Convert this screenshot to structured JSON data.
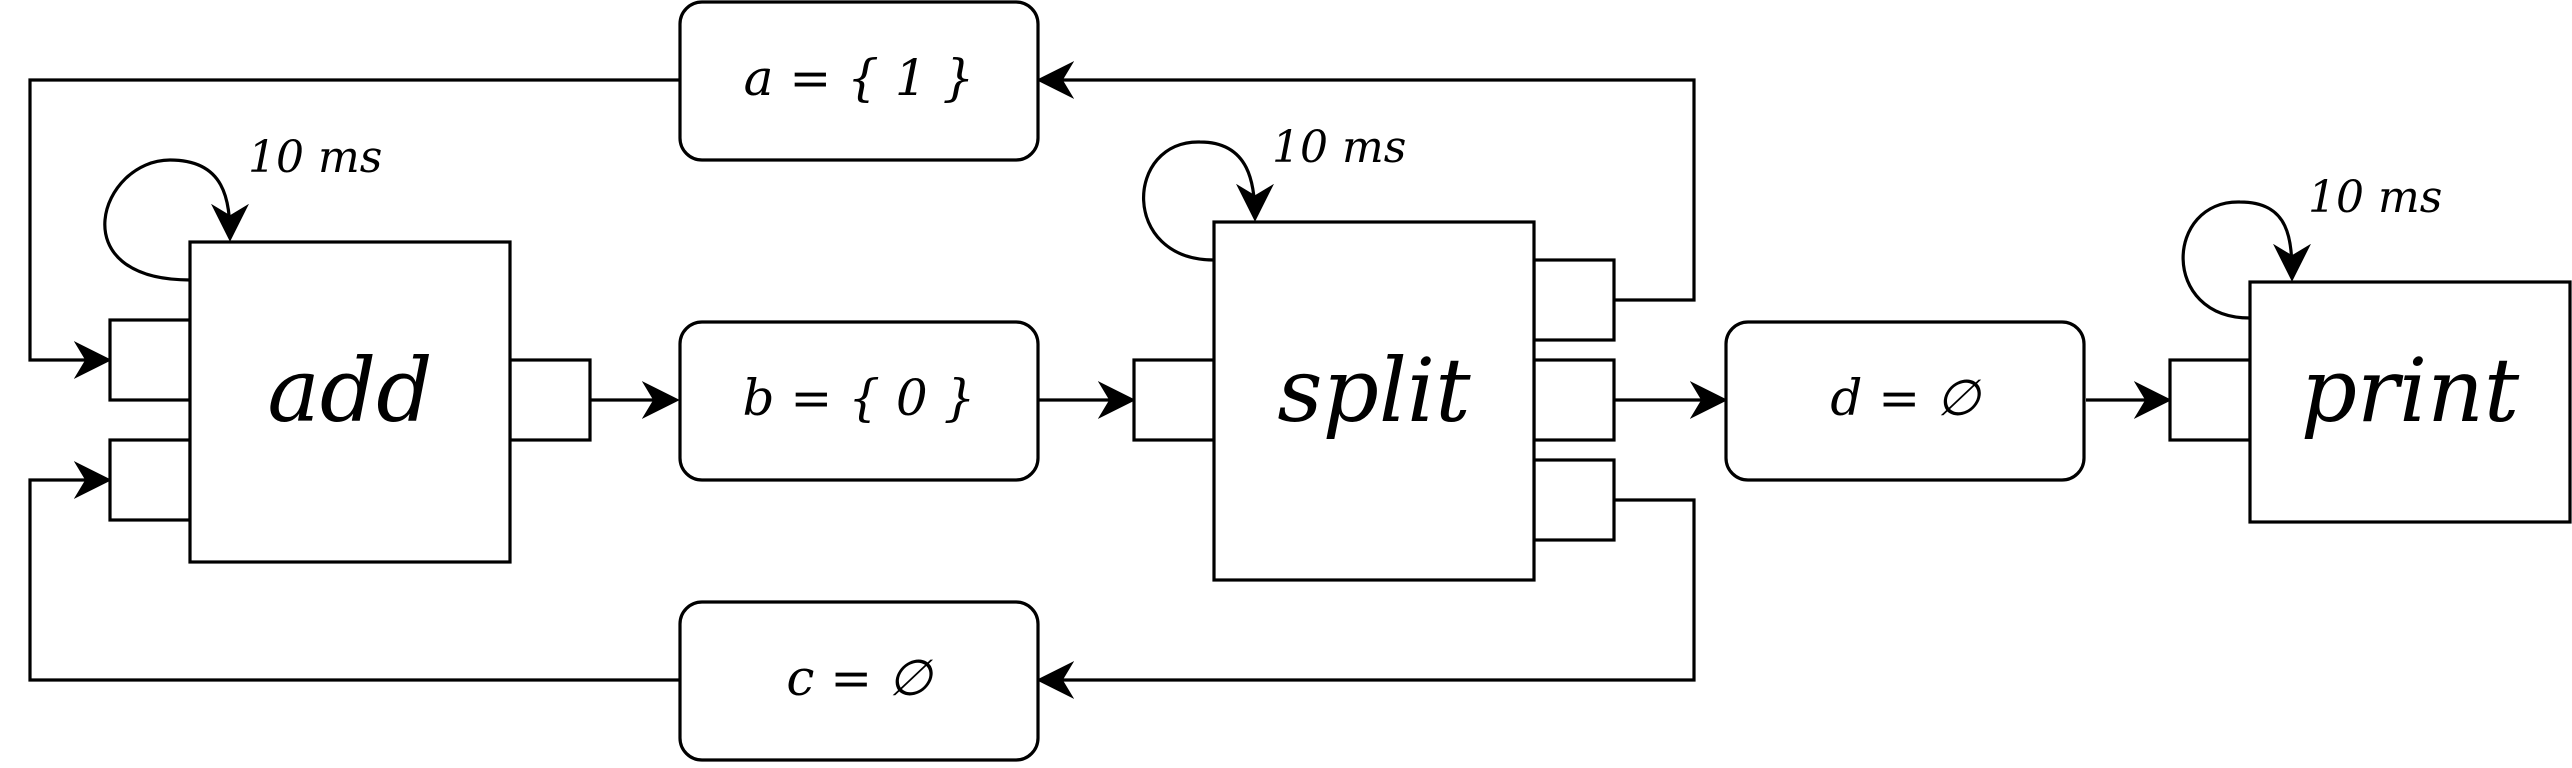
{
  "processes": {
    "add": {
      "label": "add",
      "timer": "10 ms"
    },
    "split": {
      "label": "split",
      "timer": "10 ms"
    },
    "print": {
      "label": "print",
      "timer": "10 ms"
    }
  },
  "channels": {
    "a": {
      "label": "a = { 1 }"
    },
    "b": {
      "label": "b = { 0 }"
    },
    "c": {
      "label": "c = ∅"
    },
    "d": {
      "label": "d = ∅"
    }
  },
  "colors": {
    "stroke": "#000000",
    "fill": "#ffffff"
  }
}
